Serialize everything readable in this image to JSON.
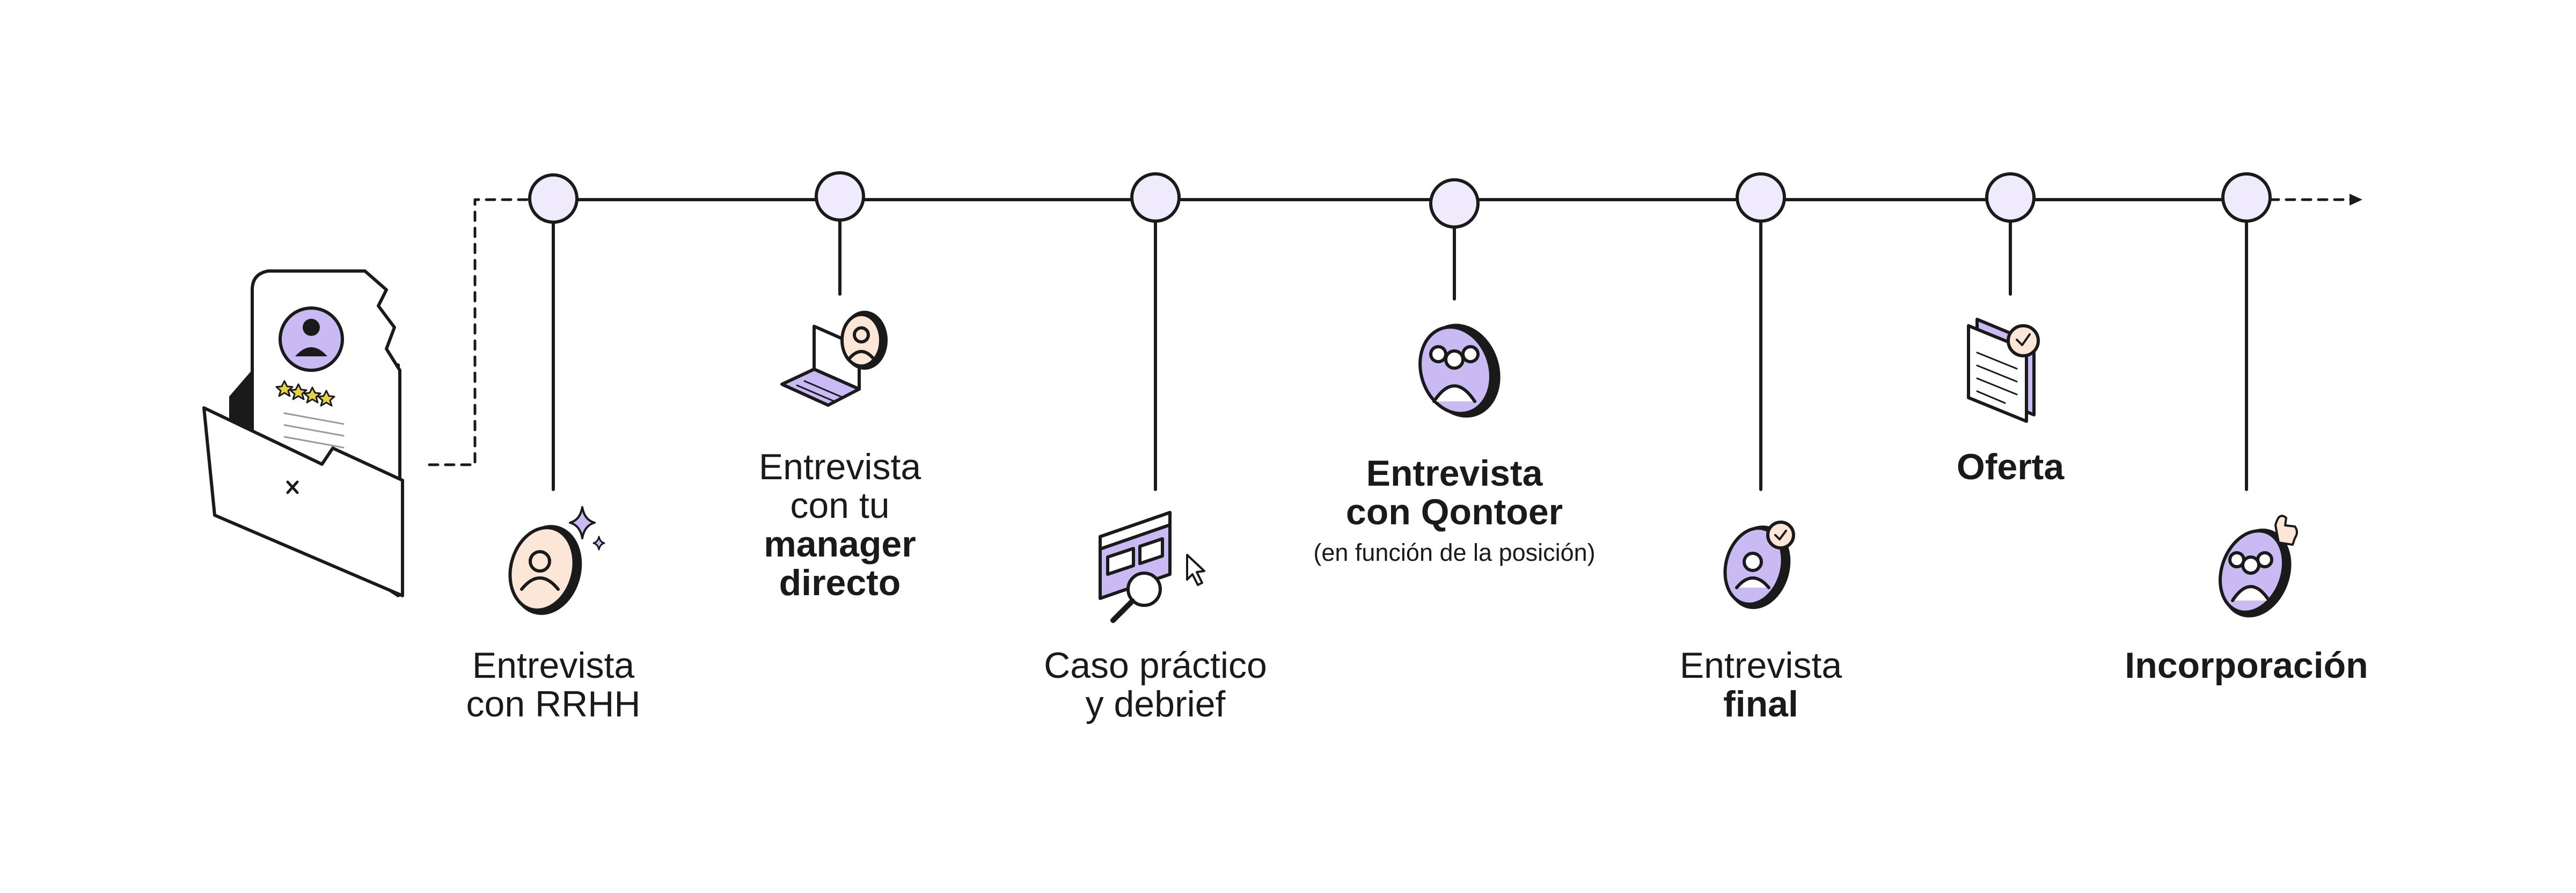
{
  "colors": {
    "ink": "#1a1a1a",
    "node_fill": "#efebfd",
    "lavender": "#c9baf3",
    "peach": "#fbe6d8",
    "star_yellow": "#e8d24a",
    "background": "#ffffff"
  },
  "steps": [
    {
      "id": "rrhh",
      "icon": "person-avatar-sparkle-icon",
      "lines": [
        {
          "text": "Entrevista",
          "bold": false
        },
        {
          "text": "con RRHH",
          "bold": false
        }
      ]
    },
    {
      "id": "manager",
      "icon": "laptop-video-call-icon",
      "lines": [
        {
          "text": "Entrevista",
          "bold": false
        },
        {
          "text": "con tu",
          "bold": false
        },
        {
          "text": "manager",
          "bold": true
        },
        {
          "text": "directo",
          "bold": true
        }
      ]
    },
    {
      "id": "caso",
      "icon": "browser-magnifier-cursor-icon",
      "lines": [
        {
          "text": "Caso práctico",
          "bold": false
        },
        {
          "text": "y debrief",
          "bold": false
        }
      ]
    },
    {
      "id": "qontoer",
      "icon": "group-avatar-icon",
      "lines": [
        {
          "text": "Entrevista",
          "bold": true
        },
        {
          "text": "con Qontoer",
          "bold": true
        }
      ],
      "note": "(en función de la posición)"
    },
    {
      "id": "final",
      "icon": "person-avatar-check-icon",
      "lines": [
        {
          "text": "Entrevista",
          "bold": false
        },
        {
          "text": "final",
          "bold": true
        }
      ]
    },
    {
      "id": "oferta",
      "icon": "document-check-icon",
      "lines": [
        {
          "text": "Oferta",
          "bold": true
        }
      ]
    },
    {
      "id": "incorporacion",
      "icon": "group-avatar-thumbsup-icon",
      "lines": [
        {
          "text": "Incorporación",
          "bold": true
        }
      ]
    }
  ]
}
